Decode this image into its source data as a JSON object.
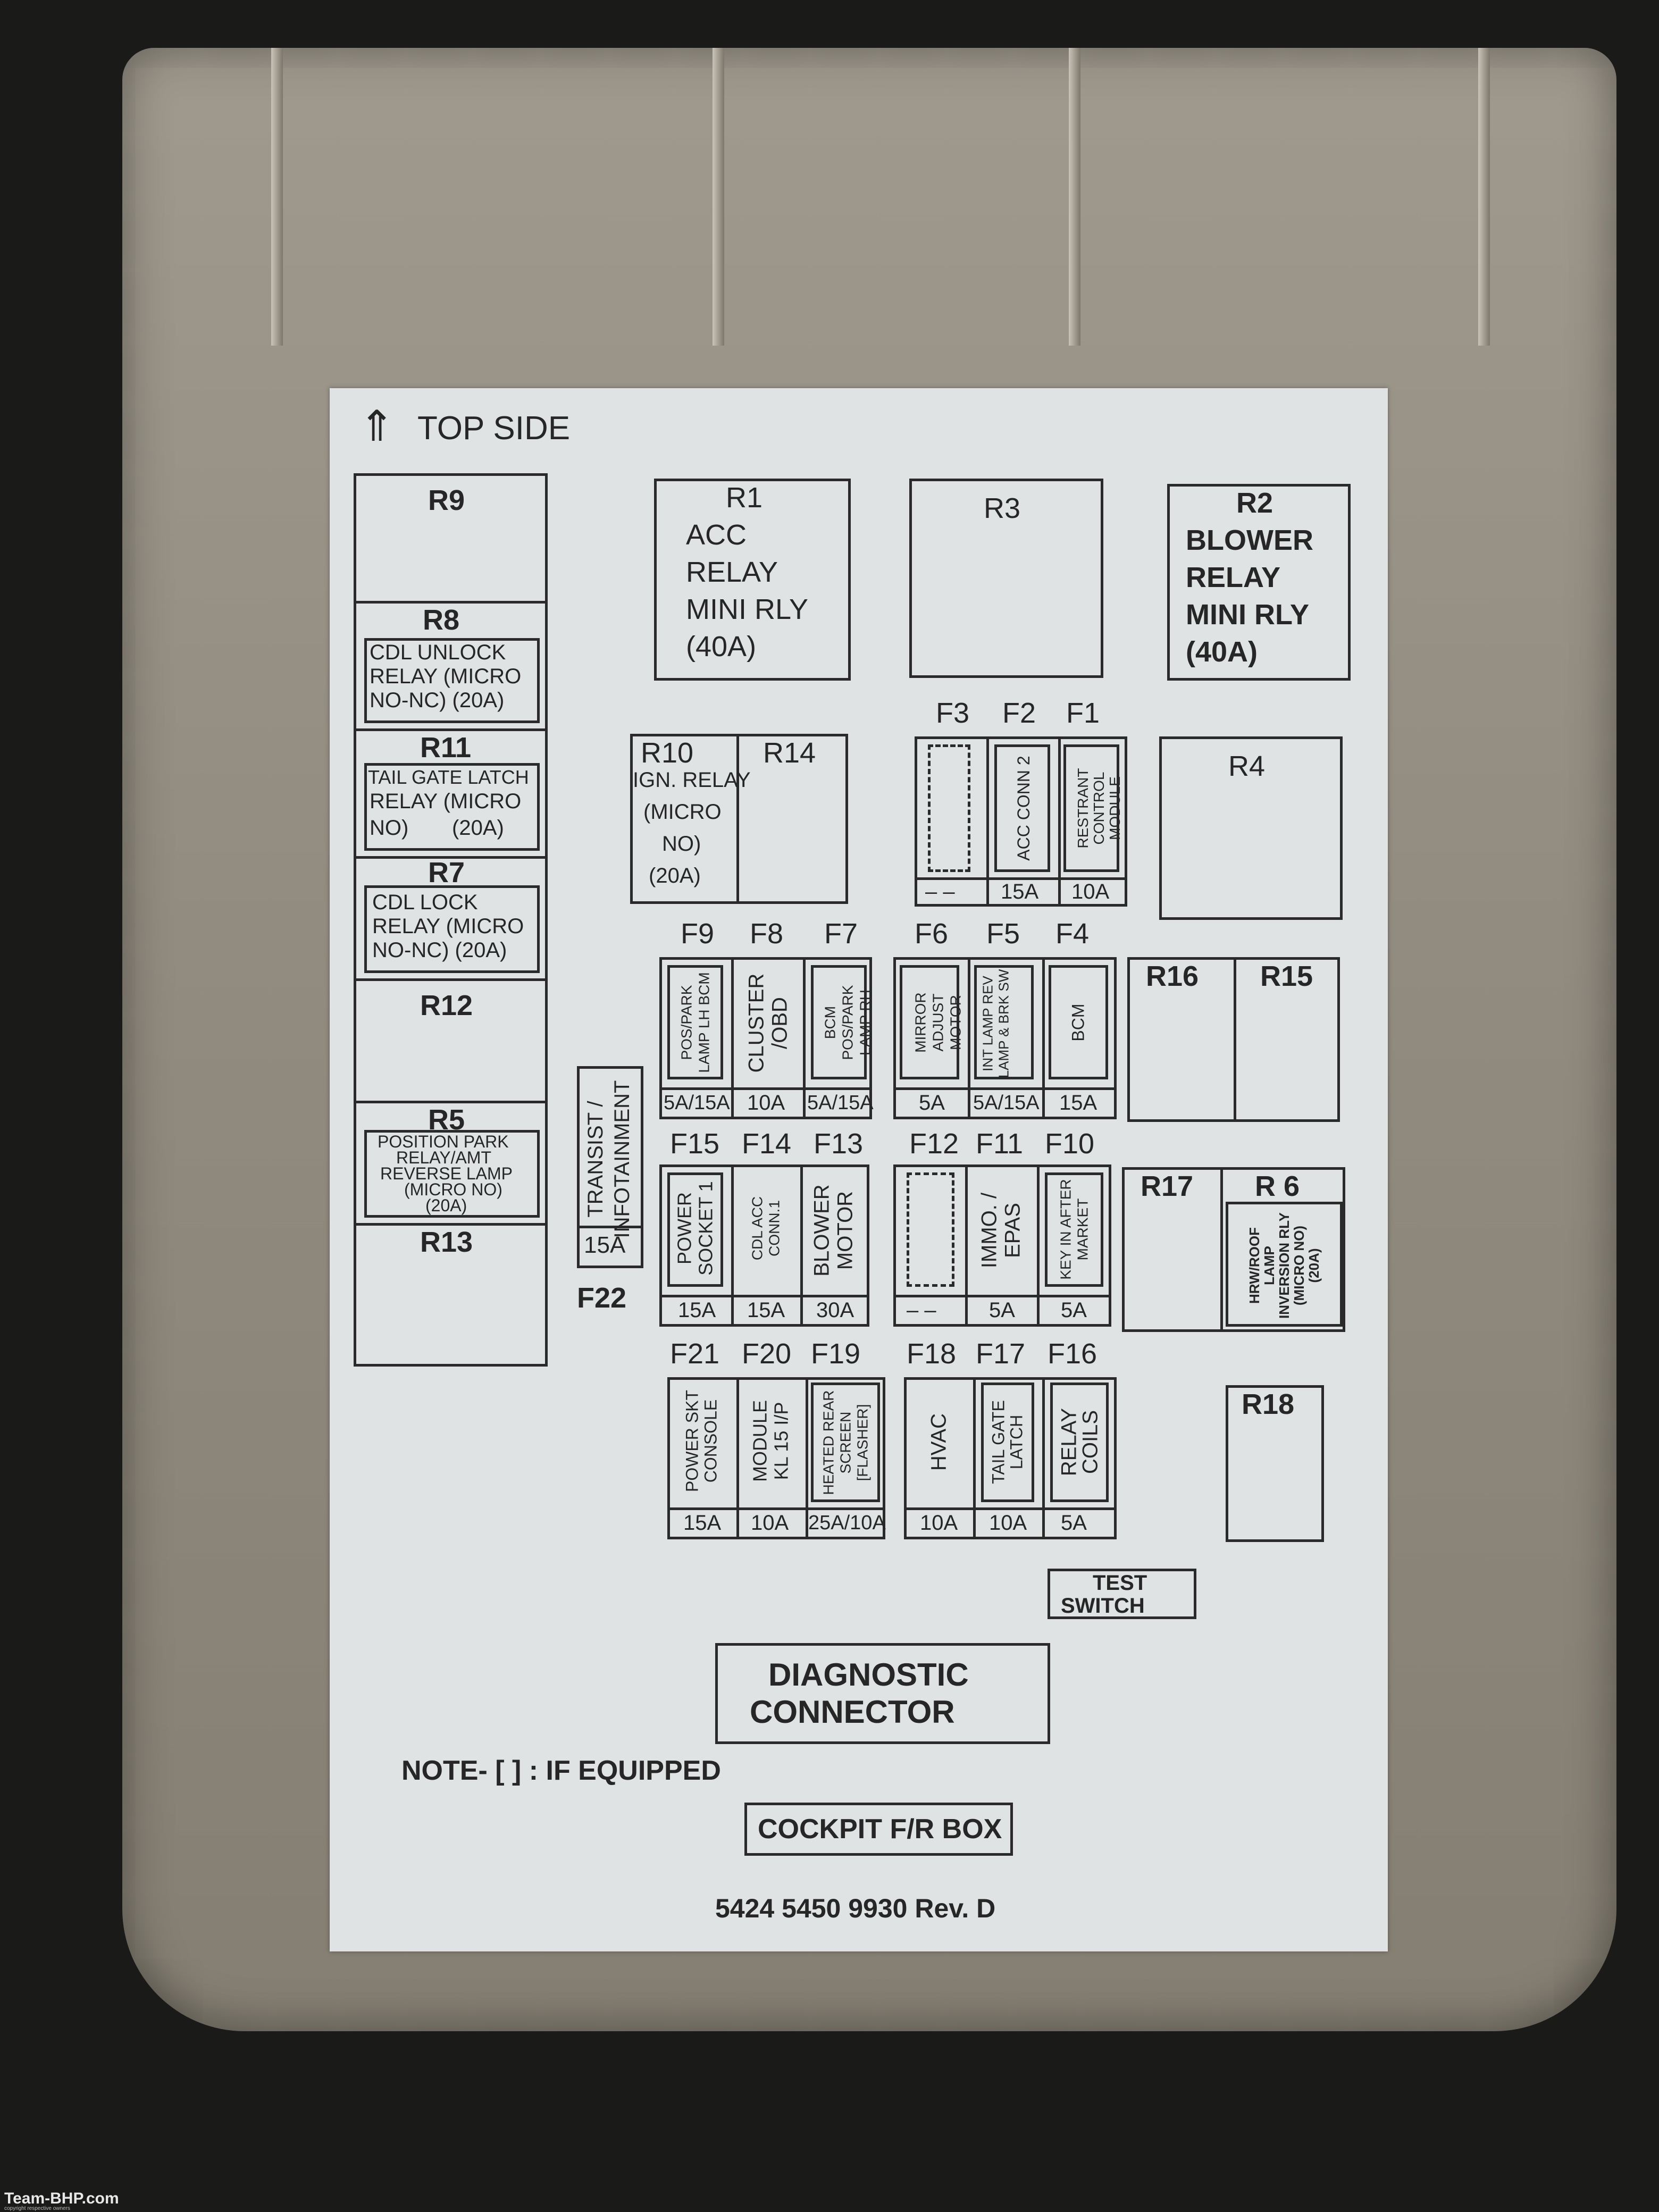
{
  "header": {
    "arrow": "⇑",
    "top_side": "TOP SIDE"
  },
  "relays": {
    "r9": "R9",
    "r8": {
      "id": "R8",
      "l1": "CDL UNLOCK",
      "l2": "RELAY (MICRO",
      "l3": "NO-NC) (20A)"
    },
    "r11": {
      "id": "R11",
      "l1": "TAIL GATE LATCH",
      "l2": "RELAY (MICRO",
      "l3": "NO)",
      "l4": "(20A)"
    },
    "r7": {
      "id": "R7",
      "l1": "CDL LOCK",
      "l2": "RELAY (MICRO",
      "l3": "NO-NC)   (20A)"
    },
    "r12": "R12",
    "r5": {
      "id": "R5",
      "l1": "POSITION PARK",
      "l2": "RELAY/AMT",
      "l3": "REVERSE LAMP",
      "l4": "(MICRO NO)",
      "l5": "(20A)"
    },
    "r13": "R13",
    "r1": {
      "id": "R1",
      "l1": "ACC",
      "l2": "RELAY",
      "l3": "MINI RLY",
      "l4": "(40A)"
    },
    "r3": "R3",
    "r2": {
      "id": "R2",
      "l1": "BLOWER",
      "l2": "RELAY",
      "l3": "MINI RLY",
      "l4": "(40A)"
    },
    "r10": {
      "id": "R10",
      "l1": "IGN. RELAY",
      "l2": "(MICRO",
      "l3": "NO)",
      "l4": "(20A)"
    },
    "r14": "R14",
    "r4": "R4",
    "r16": "R16",
    "r15": "R15",
    "r17": "R17",
    "r6": {
      "id": "R  6",
      "text": "HRW/ROOF LAMP INVERSION RLY (MICRO NO) (20A)"
    },
    "r18": "R18"
  },
  "fuse_rows": {
    "row1": {
      "ids": [
        "F3",
        "F2",
        "F1"
      ],
      "labels": [
        "",
        "ACC CONN 2",
        "RESTRANT CONTROL MODULE"
      ],
      "ratings": [
        "– –",
        "15A",
        "10A"
      ]
    },
    "row2": {
      "ids": [
        "F9",
        "F8",
        "F7",
        "F6",
        "F5",
        "F4"
      ],
      "labels": [
        "POS/PARK LAMP LH  BCM",
        "CLUSTER /OBD",
        "BCM POS/PARK LAMP RH",
        "MIRROR ADJUST MOTOR",
        "INT LAMP REV LAMP & BRK SW",
        "BCM"
      ],
      "ratings": [
        "5A/15A",
        "10A",
        "5A/15A",
        "5A",
        "5A/15A",
        "15A"
      ]
    },
    "row3": {
      "ids": [
        "F15",
        "F14",
        "F13",
        "F12",
        "F11",
        "F10"
      ],
      "labels": [
        "POWER SOCKET 1",
        "CDL ACC CONN.1",
        "BLOWER MOTOR",
        "",
        "IMMO. / EPAS",
        "KEY IN AFTER MARKET"
      ],
      "ratings": [
        "15A",
        "15A",
        "30A",
        "– –",
        "5A",
        "5A"
      ]
    },
    "row4": {
      "ids": [
        "F21",
        "F20",
        "F19",
        "F18",
        "F17",
        "F16"
      ],
      "labels": [
        "POWER SKT CONSOLE",
        "MODULE KL 15 I/P",
        "HEATED REAR SCREEN [FLASHER]",
        "HVAC",
        "TAIL GATE LATCH",
        "RELAY COILS"
      ],
      "ratings": [
        "15A",
        "10A",
        "25A/10A",
        "10A",
        "10A",
        "5A"
      ]
    }
  },
  "f22": {
    "id": "F22",
    "label": "TRANSIST / INFOTAINMENT",
    "rating": "15A"
  },
  "test_switch": {
    "l1": "TEST",
    "l2": "SWITCH"
  },
  "diagnostic": {
    "l1": "DIAGNOSTIC",
    "l2": "CONNECTOR"
  },
  "note": "NOTE- [  ] : IF EQUIPPED",
  "box_name": "COCKPIT F/R BOX",
  "part_number": "5424 5450 9930 Rev. D",
  "watermark": {
    "brand": "Team-BHP.com",
    "copyright": "copyright respective owners"
  }
}
